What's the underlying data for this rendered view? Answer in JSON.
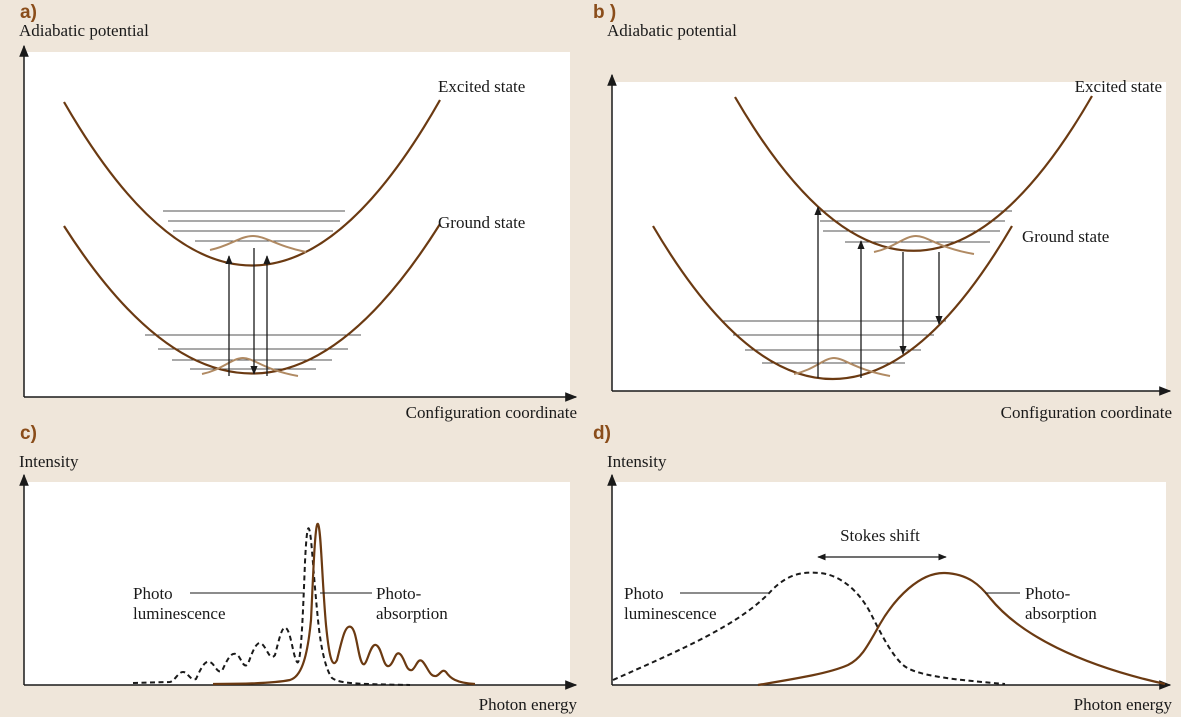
{
  "panels": {
    "a": {
      "letter": "a)",
      "y_axis_label": "Adiabatic potential",
      "x_axis_label": "Configuration coordinate",
      "upper_curve_label": "Excited state",
      "lower_curve_label": "Ground state"
    },
    "b": {
      "letter": "b )",
      "y_axis_label": "Adiabatic potential",
      "x_axis_label": "Configuration coordinate",
      "upper_curve_label": "Excited state",
      "lower_curve_label": "Ground state"
    },
    "c": {
      "letter": "c)",
      "y_axis_label": "Intensity",
      "x_axis_label": "Photon energy",
      "emission_label_line1": "Photo",
      "emission_label_line2": "luminescence",
      "absorption_label_line1": "Photo-",
      "absorption_label_line2": "absorption"
    },
    "d": {
      "letter": "d)",
      "y_axis_label": "Intensity",
      "x_axis_label": "Photon energy",
      "emission_label_line1": "Photo",
      "emission_label_line2": "luminescence",
      "absorption_label_line1": "Photo-",
      "absorption_label_line2": "absorption",
      "shift_label": "Stokes shift"
    }
  },
  "colors": {
    "background": "#efe6da",
    "plot_area": "#ffffff",
    "curve": "#6b3a12",
    "wavefunction": "#b08a63",
    "panel_letter": "#8a4d1a",
    "line": "#1a1a1a"
  }
}
